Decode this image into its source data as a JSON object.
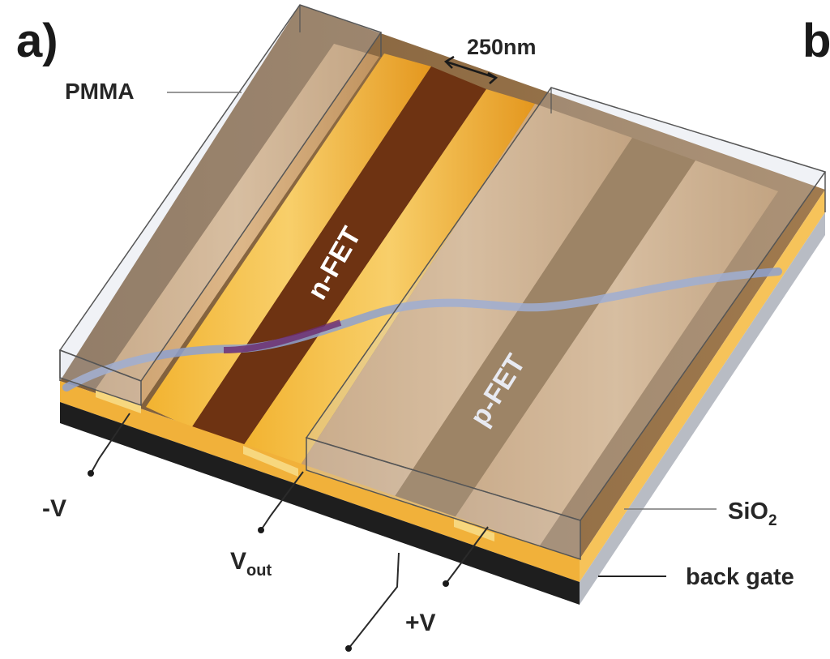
{
  "panel_a_label": "a)",
  "panel_b_label": "b",
  "scale": "250nm",
  "pmma": "PMMA",
  "sio2_main": "SiO",
  "sio2_sub": "2",
  "back_gate": "back gate",
  "n_fet": "n-FET",
  "p_fet": "p-FET",
  "minus_v": "-V",
  "vout_main": "V",
  "vout_sub": "out",
  "plus_v": "+V",
  "colors": {
    "substrate_dark": "#8a6a44",
    "electrode_bright": "#e8a227",
    "electrode_light": "#d7b07c",
    "channel_dark": "#6e3312",
    "sio2": "#f1b13a",
    "back_gate": "#1e1e1e",
    "pmma": "#9aa3b5",
    "nanotube": "#8ea1cf"
  }
}
